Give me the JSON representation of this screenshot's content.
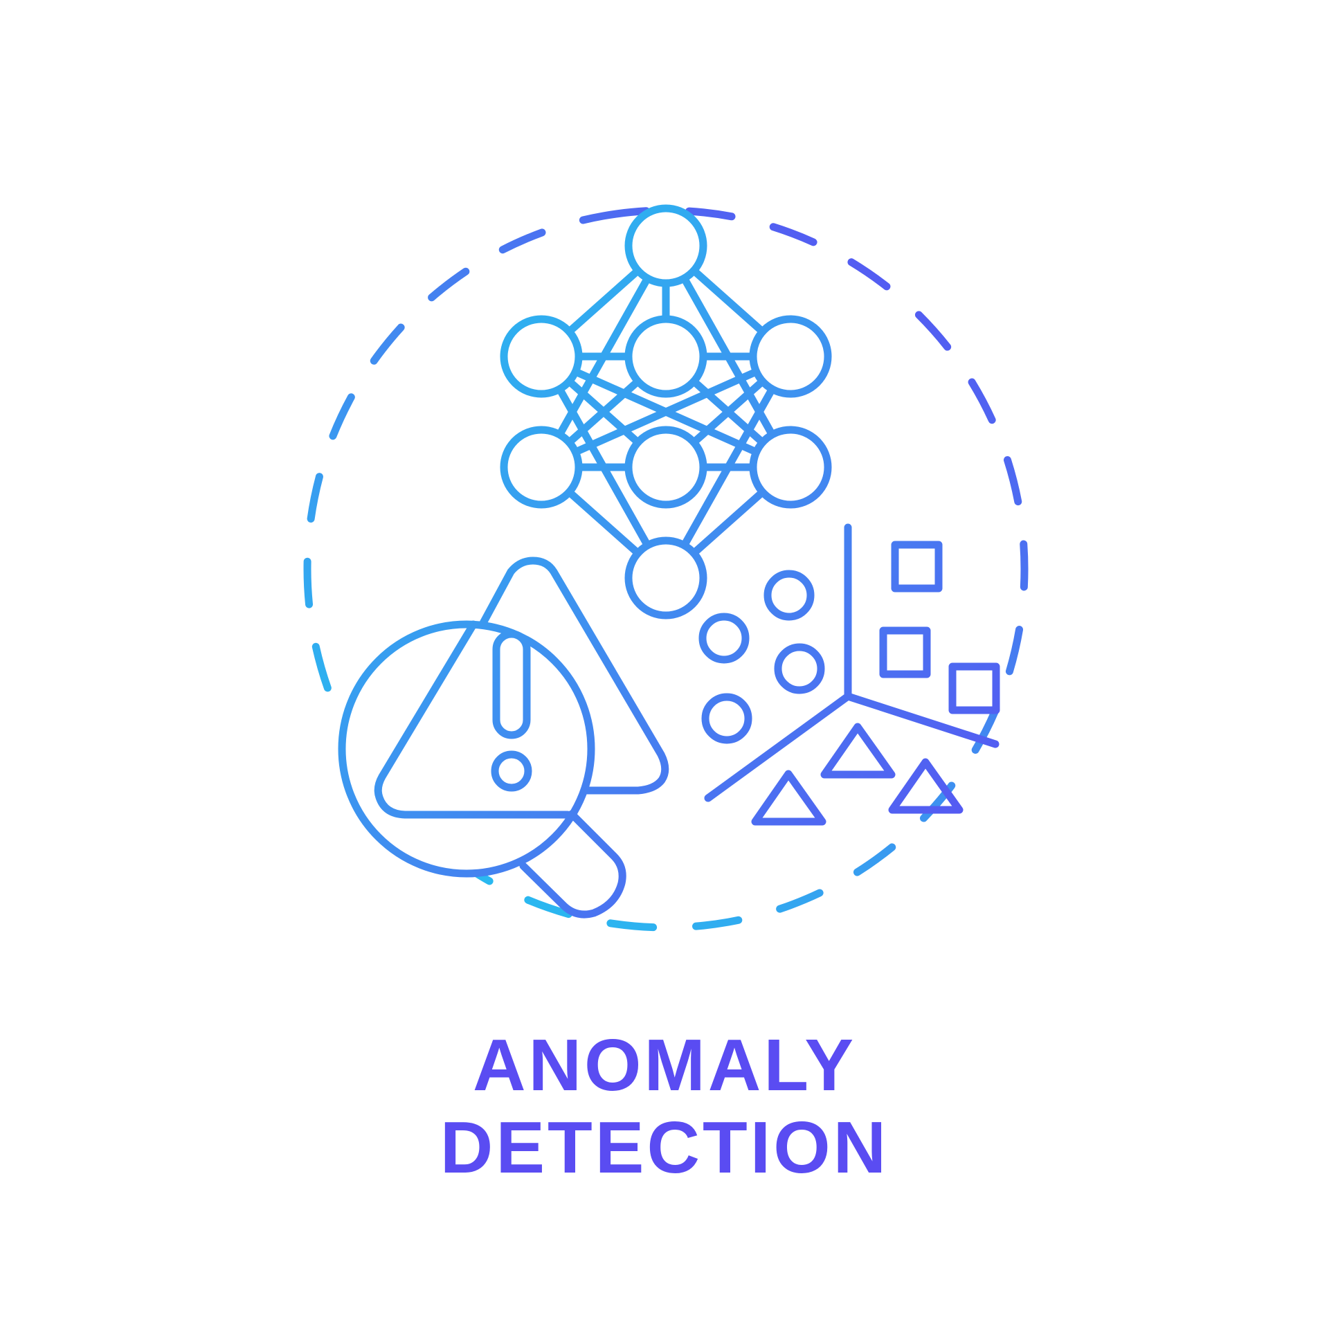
{
  "title": {
    "line1": "ANOMALY",
    "line2": "DETECTION"
  },
  "icons": {
    "neural_network": "neural-network-icon",
    "warning": "warning-triangle-icon",
    "magnifier": "magnifying-glass-icon",
    "clusters": "data-clusters-icon",
    "ring": "dashed-ring"
  },
  "colors": {
    "gradient_start": "#22c8f0",
    "gradient_mid": "#3f8ef0",
    "gradient_end": "#5a4cf2",
    "background": "#ffffff"
  }
}
